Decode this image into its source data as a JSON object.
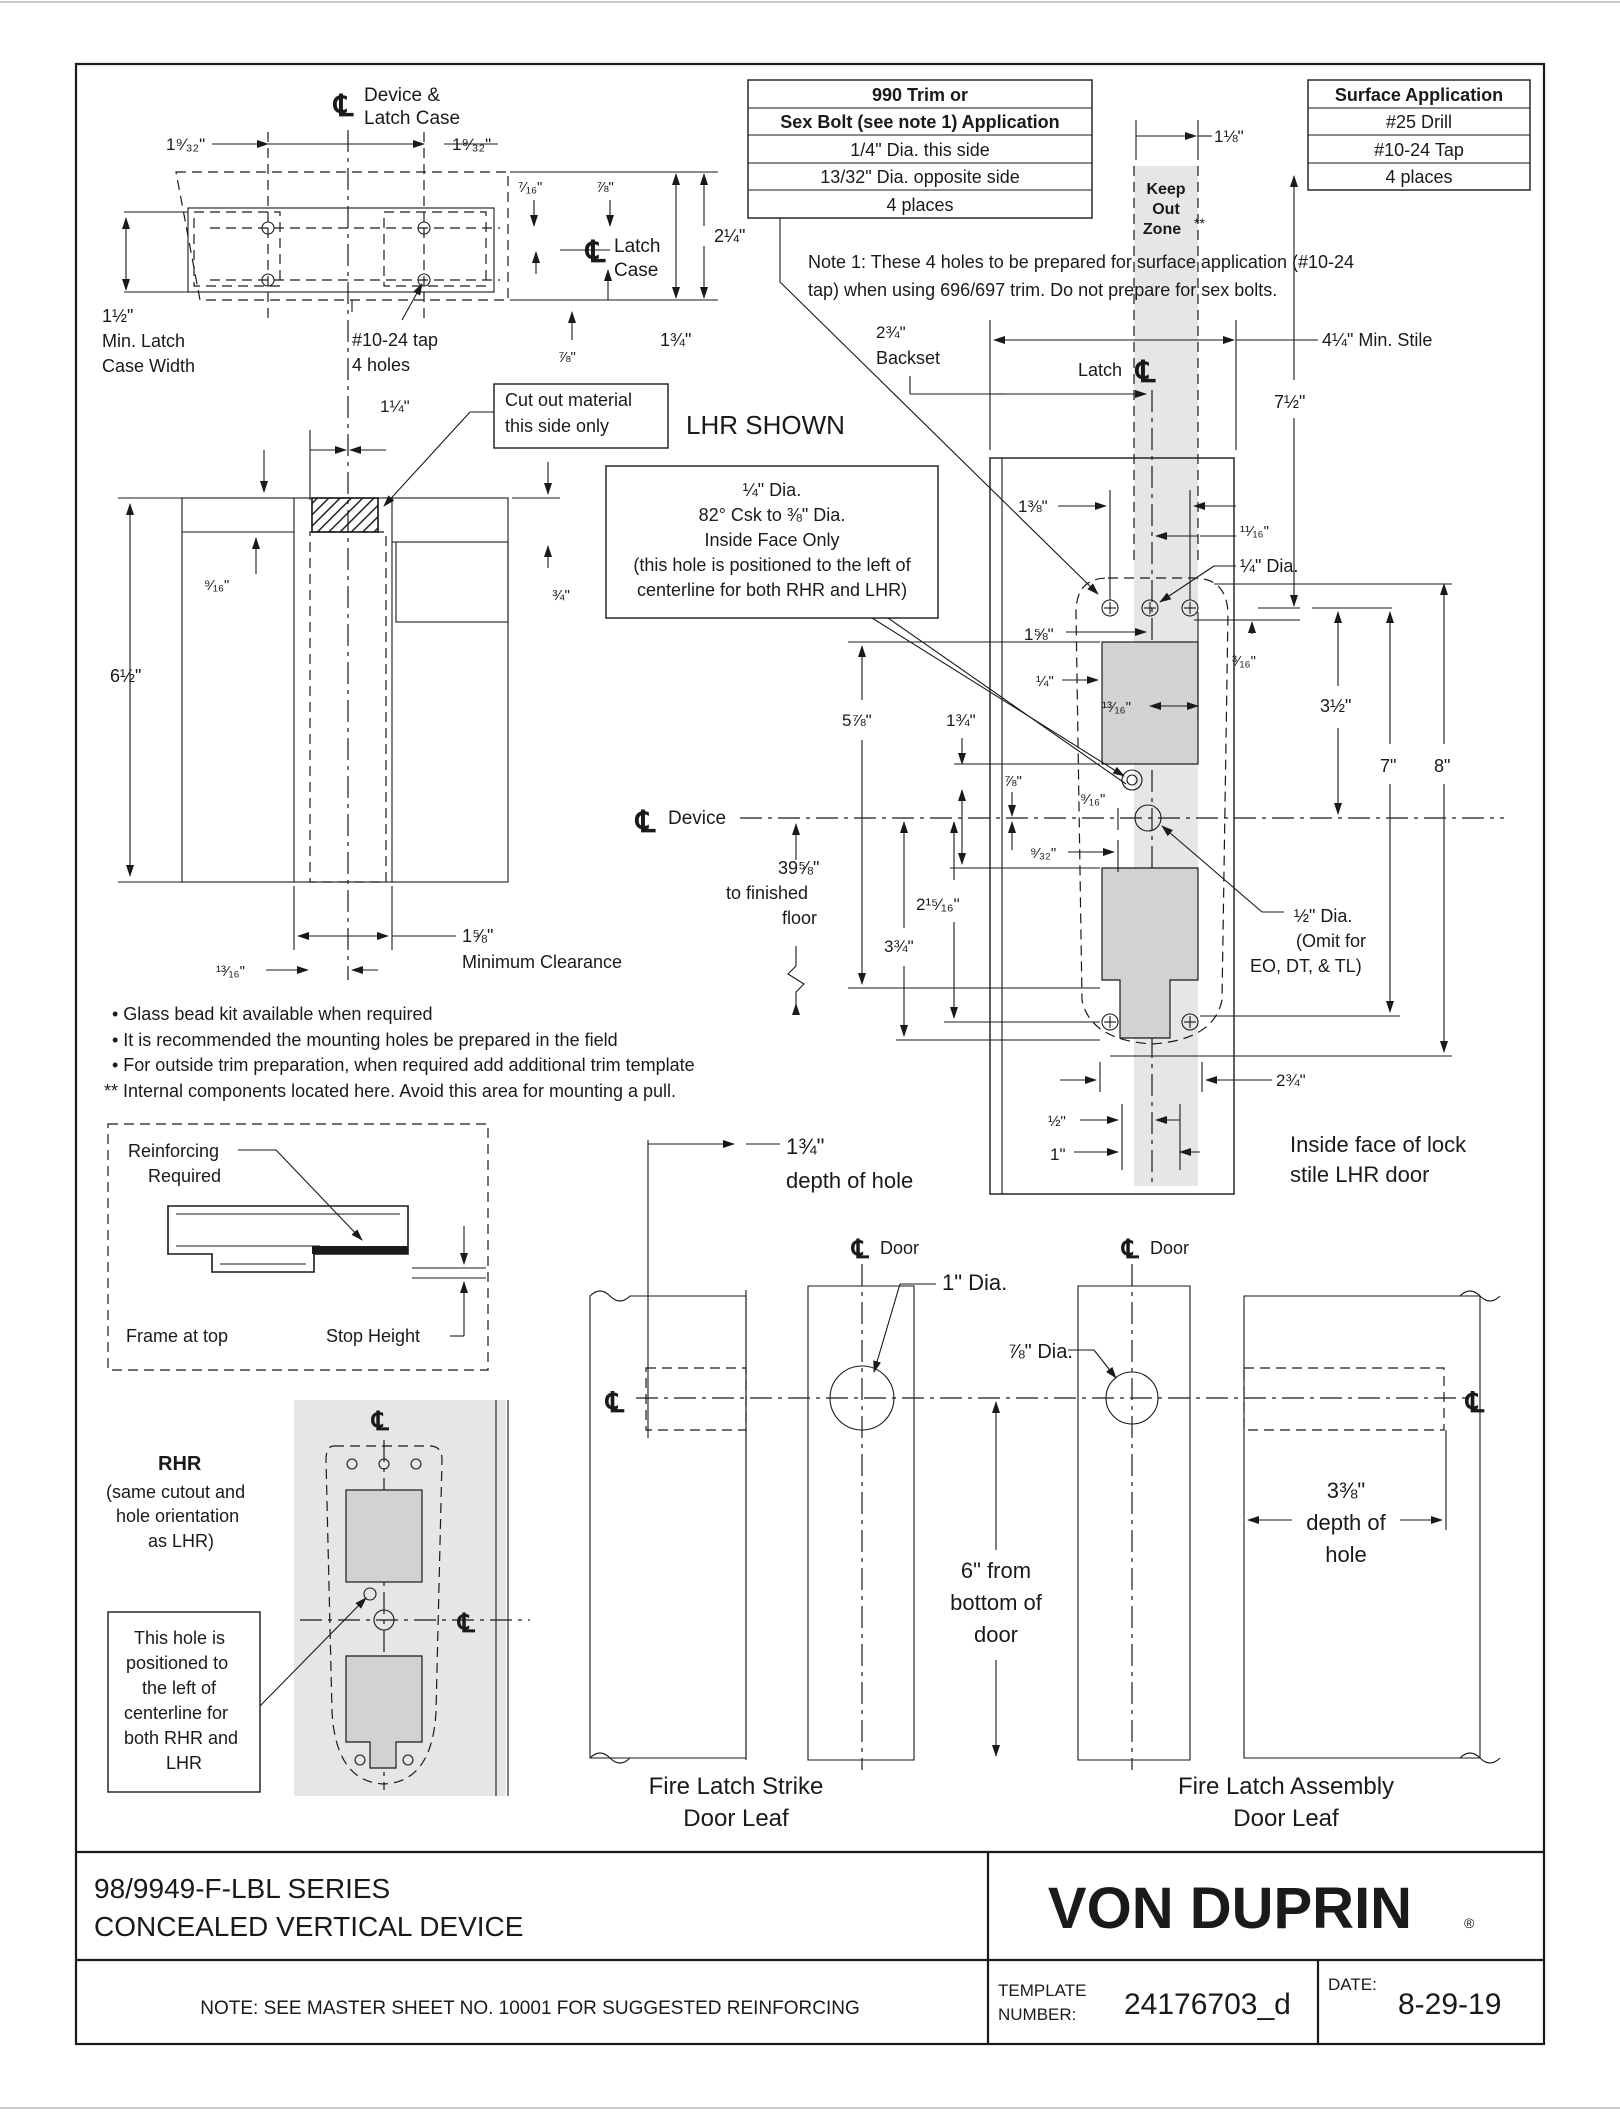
{
  "trim_box": {
    "title_line1": "990 Trim or",
    "title_line2": "Sex Bolt (see note 1) Application",
    "rows": [
      "1/4\" Dia. this side",
      "13/32\" Dia. opposite side",
      "4 places"
    ]
  },
  "surface_box": {
    "title": "Surface Application",
    "rows": [
      "#25 Drill",
      "#10-24 Tap",
      "4 places"
    ]
  },
  "note1_lines": [
    "Note 1: These 4 holes to be prepared for surface application (#10-24",
    "tap) when using 696/697 trim. Do not prepare for sex bolts."
  ],
  "keep_out": [
    "Keep",
    "Out",
    "Zone"
  ],
  "lhr_shown": "LHR SHOWN",
  "csk_box_lines": [
    "¼\" Dia.",
    "82° Csk to ⅜\" Dia.",
    "Inside Face Only",
    "(this hole is positioned to the left of",
    "centerline for both RHR and LHR)"
  ],
  "top_view": {
    "device_cl_1": "Device &",
    "device_cl_2": "Latch Case",
    "d_9_32_left": "1⁹⁄₃₂\"",
    "d_9_32_right": "1⁹⁄₃₂\"",
    "d_7_16": "⁷⁄₁₆\"",
    "d_7_8_top": "⅞\"",
    "latch_case_1": "Latch",
    "latch_case_2": "Case",
    "d_2_1_4": "2¼\"",
    "d_1_3_4": "1¾\"",
    "d_7_8_bot": "⅞\"",
    "min_width_1": "1½\"",
    "min_width_2": "Min. Latch",
    "min_width_3": "Case Width",
    "tap_1": "#10-24 tap",
    "tap_2": "4 holes"
  },
  "frame_section": {
    "d_1_1_4": "1¼\"",
    "cutout_1": "Cut out material",
    "cutout_2": "this side only",
    "d_9_16": "⁹⁄₁₆\"",
    "d_3_4": "¾\"",
    "d_6_1_2": "6½\"",
    "d_1_5_8": "1⅝\"",
    "min_clear": "Minimum Clearance",
    "d_13_16": "¹³⁄₁₆\""
  },
  "bullets": [
    "• Glass bead kit available when required",
    "• It is recommended the mounting holes be prepared in the field",
    "• For outside trim preparation, when required add additional trim template",
    "** Internal components located here. Avoid this area for mounting a pull."
  ],
  "reinforcing": {
    "label_1": "Reinforcing",
    "label_2": "Required",
    "frame_top": "Frame at top",
    "stop_height": "Stop Height"
  },
  "rhr": {
    "title": "RHR",
    "sub": [
      "(same cutout and",
      "hole orientation",
      "as LHR)"
    ],
    "note": [
      "This hole is",
      "positioned to",
      "the left of",
      "centerline for",
      "both RHR and",
      "LHR"
    ]
  },
  "stile": {
    "d_1_1_8": "1⅛\"",
    "backset_1": "2¾\"",
    "backset_2": "Backset",
    "min_stile": "4¼\" Min. Stile",
    "latch_cl": "Latch",
    "d_7_1_2": "7½\"",
    "d_1_3_8": "1⅜\"",
    "d_11_16": "¹¹⁄₁₆\"",
    "quarter_dia": "¼\" Dia.",
    "d_1_5_8": "1⅝\"",
    "d_3_16": "³⁄₁₆\"",
    "d_1_4": "¼\"",
    "d_13_16": "¹³⁄₁₆\"",
    "d_5_7_8": "5⅞\"",
    "d_1_3_4": "1¾\"",
    "d_3_1_2": "3½\"",
    "d_7": "7\"",
    "d_8": "8\"",
    "d_7_8": "⅞\"",
    "d_9_16": "⁹⁄₁₆\"",
    "device_cl": "Device",
    "d_39_5_8": "39⅝\"",
    "finished_1": "to finished",
    "finished_2": "floor",
    "d_9_32": "⁹⁄₃₂\"",
    "d_2_15_16": "2¹⁵⁄₁₆\"",
    "d_3_3_4": "3¾\"",
    "half_dia_1": "½\" Dia.",
    "half_dia_2": "(Omit for",
    "half_dia_3": "EO, DT, & TL)",
    "d_2_3_4": "2¾\"",
    "d_1_2": "½\"",
    "d_1": "1\"",
    "inside_face_1": "Inside face of lock",
    "inside_face_2": "stile LHR door"
  },
  "edges": {
    "depth_1_3_4_a": "1¾\"",
    "depth_1_3_4_b": "depth of hole",
    "door_cl_1": "Door",
    "door_cl_2": "Door",
    "dia_1": "1\" Dia.",
    "dia_7_8": "⅞\" Dia.",
    "from_bottom": [
      "6\" from",
      "bottom of",
      "door"
    ],
    "depth_3_3_8": [
      "3⅜\"",
      "depth of",
      "hole"
    ],
    "strike_leaf": [
      "Fire Latch Strike",
      "Door Leaf"
    ],
    "assembly_leaf": [
      "Fire Latch Assembly",
      "Door Leaf"
    ]
  },
  "title_block": {
    "series": "98/9949-F-LBL SERIES",
    "device": "CONCEALED VERTICAL DEVICE",
    "brand": "VON DUPRIN",
    "reg": "®",
    "note": "NOTE: SEE MASTER SHEET NO. 10001 FOR SUGGESTED REINFORCING",
    "template_label_1": "TEMPLATE",
    "template_label_2": "NUMBER:",
    "template_number": "24176703_d",
    "date_label": "DATE:",
    "date": "8-29-19"
  },
  "cl_symbol": "℄"
}
